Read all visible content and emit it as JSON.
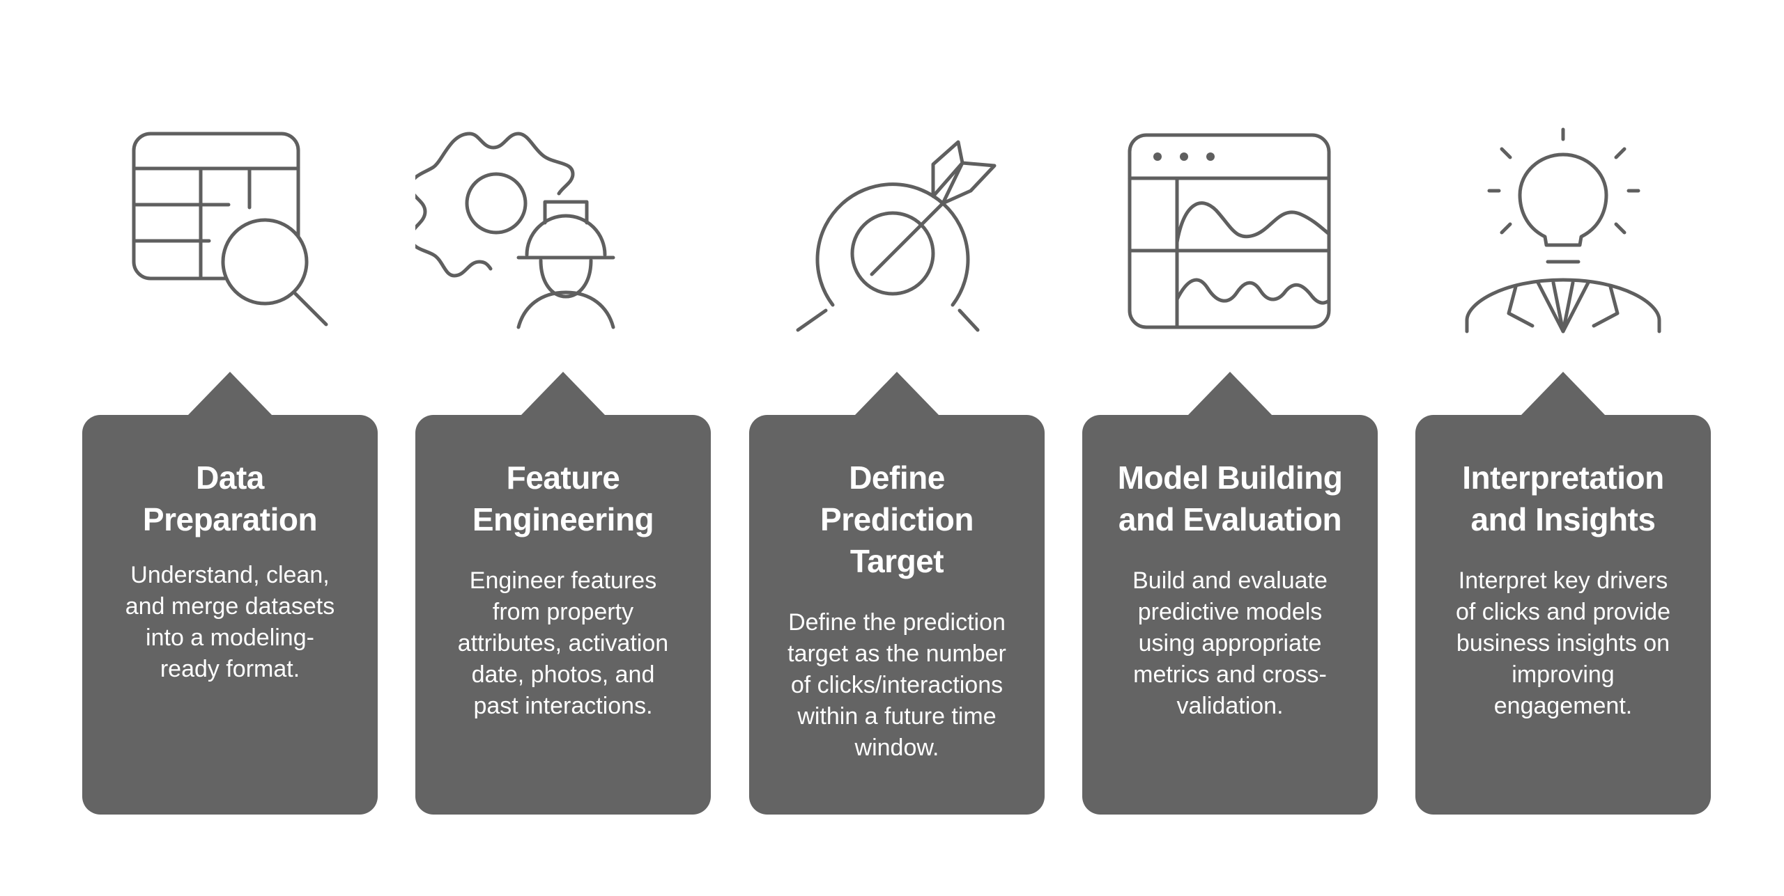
{
  "steps": [
    {
      "id": "data-preparation",
      "icon": "table-search-icon",
      "title_lines": [
        "Data",
        "Preparation"
      ],
      "description_lines": [
        "Understand, clean,",
        "and merge datasets",
        "into a modeling-",
        "ready format."
      ]
    },
    {
      "id": "feature-engineering",
      "icon": "gear-engineer-icon",
      "title_lines": [
        "Feature",
        "Engineering"
      ],
      "description_lines": [
        "Engineer features",
        "from property",
        "attributes, activation",
        "date, photos, and",
        "past interactions."
      ]
    },
    {
      "id": "define-prediction-target",
      "icon": "target-arrow-icon",
      "title_lines": [
        "Define",
        "Prediction",
        "Target"
      ],
      "description_lines": [
        "Define the prediction",
        "target as the number",
        "of clicks/interactions",
        "within a future time",
        "window."
      ]
    },
    {
      "id": "model-building-evaluation",
      "icon": "dashboard-charts-icon",
      "title_lines": [
        "Model Building",
        "and Evaluation"
      ],
      "description_lines": [
        "Build and evaluate",
        "predictive models",
        "using appropriate",
        "metrics and cross-",
        "validation."
      ]
    },
    {
      "id": "interpretation-insights",
      "icon": "lightbulb-person-icon",
      "title_lines": [
        "Interpretation",
        "and Insights"
      ],
      "description_lines": [
        "Interpret key drivers",
        "of clicks and provide",
        "business insights on",
        "improving",
        "engagement."
      ]
    }
  ],
  "colors": {
    "card_background": "#646464",
    "card_text": "#ffffff",
    "icon_stroke": "#5f5f5f",
    "page_background": "#ffffff"
  }
}
